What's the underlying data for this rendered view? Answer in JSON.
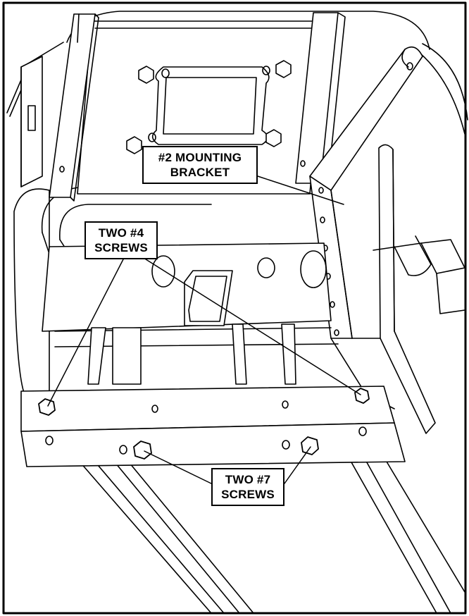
{
  "colors": {
    "line": "#000000",
    "face": "#ffffff",
    "shade": "#d9d9d9",
    "dark": "#bdbdbd"
  },
  "callouts": {
    "bracket": {
      "line1": "#2 MOUNTING",
      "line2": "BRACKET"
    },
    "four": {
      "line1": "TWO #4",
      "line2": "SCREWS"
    },
    "seven": {
      "line1": "TWO #7",
      "line2": "SCREWS"
    }
  }
}
